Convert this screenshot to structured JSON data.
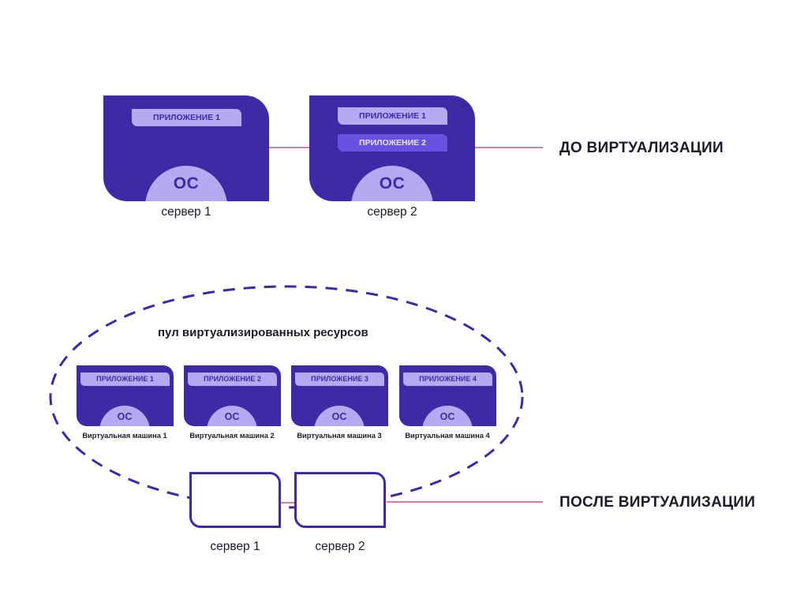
{
  "before": {
    "heading": "ДО ВИРТУАЛИЗАЦИИ",
    "servers": [
      {
        "caption": "сервер 1",
        "os": "ОС",
        "apps": [
          "ПРИЛОЖЕНИЕ 1"
        ]
      },
      {
        "caption": "сервер 2",
        "os": "ОС",
        "apps": [
          "ПРИЛОЖЕНИЕ 1",
          "ПРИЛОЖЕНИЕ 2"
        ]
      }
    ]
  },
  "after": {
    "heading": "ПОСЛЕ ВИРТУАЛИЗАЦИИ",
    "pool_label": "пул виртуализированных ресурсов",
    "vms": [
      {
        "app": "ПРИЛОЖЕНИЕ 1",
        "os": "ОС",
        "caption": "Виртуальная машина 1"
      },
      {
        "app": "ПРИЛОЖЕНИЕ 2",
        "os": "ОС",
        "caption": "Виртуальная машина 2"
      },
      {
        "app": "ПРИЛОЖЕНИЕ 3",
        "os": "ОС",
        "caption": "Виртуальная машина 3"
      },
      {
        "app": "ПРИЛОЖЕНИЕ 4",
        "os": "ОС",
        "caption": "Виртуальная машина 4"
      }
    ],
    "servers": [
      {
        "caption": "сервер 1"
      },
      {
        "caption": "сервер 2"
      }
    ]
  },
  "colors": {
    "card": "#3d2aa6",
    "card_light": "#b6a9f2",
    "app_active": "#6a52e0",
    "connector": "#e0468a",
    "text": "#1c1c28"
  }
}
